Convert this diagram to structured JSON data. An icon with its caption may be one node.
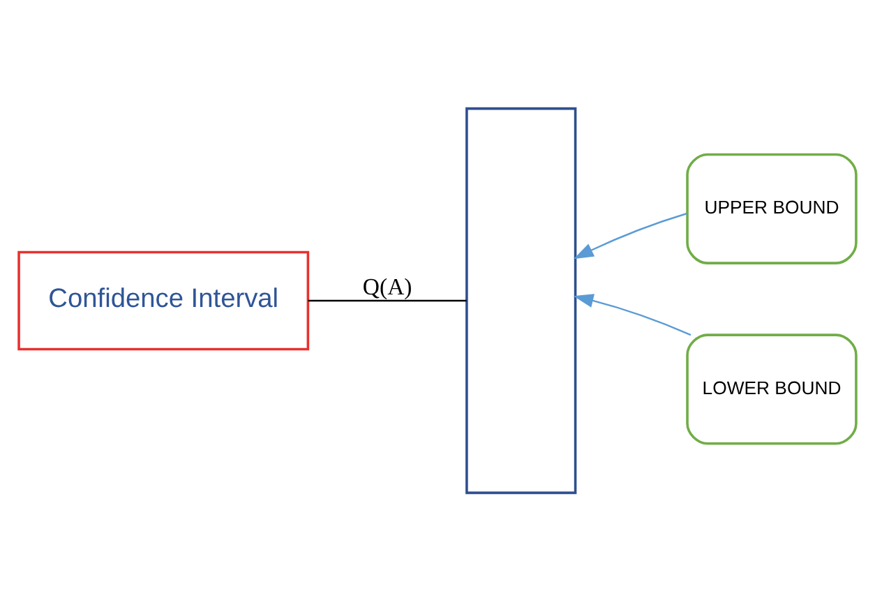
{
  "diagram": {
    "nodes": [
      {
        "text": [
          "Confidence Interval"
        ]
      },
      {
        "text": [],
        "shape": "box"
      },
      {
        "text": [
          "UPPER BOUND"
        ]
      },
      {
        "text": [
          "LOWER BOUND"
        ]
      }
    ],
    "edges": [
      {
        "from": 0,
        "to": 1,
        "arrow": "none",
        "label": "Q(A)",
        "color": "#000000"
      },
      {
        "from": 2,
        "to": 1,
        "arrow": "to",
        "color": "#5b9bd5"
      },
      {
        "from": 3,
        "to": 1,
        "arrow": "to",
        "color": "#5b9bd5"
      }
    ]
  }
}
